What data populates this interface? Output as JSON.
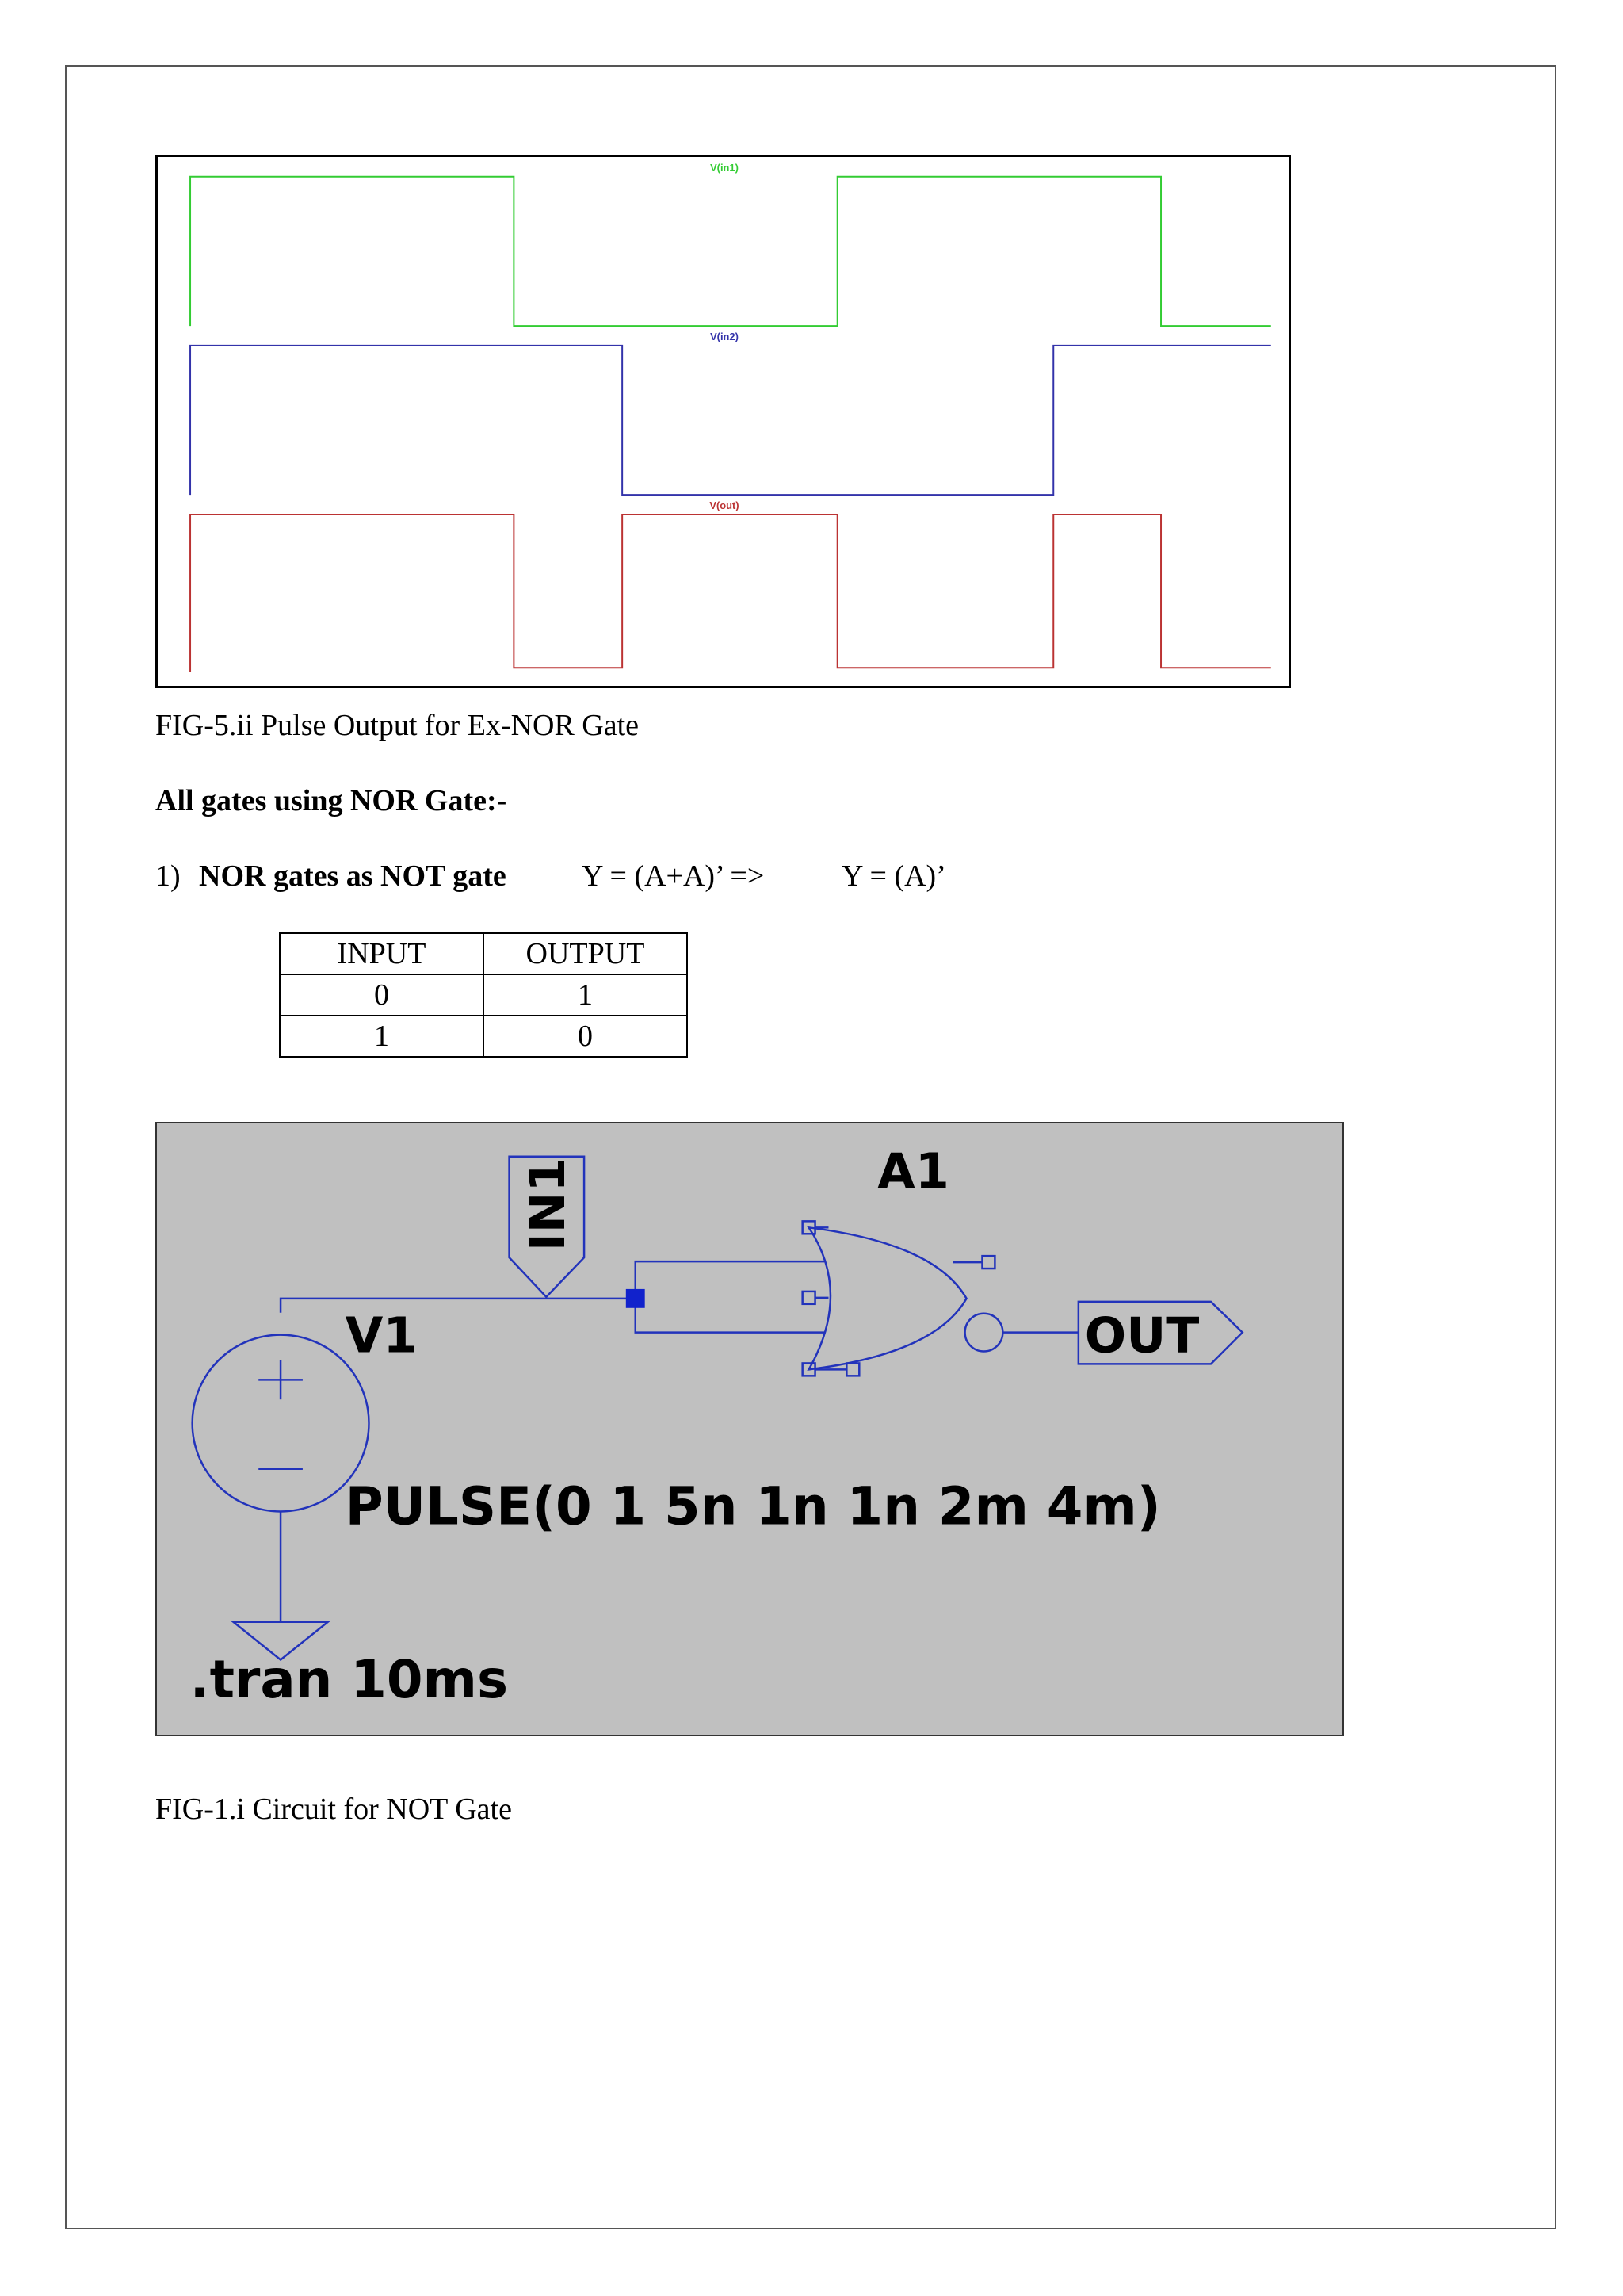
{
  "waveform": {
    "labels": {
      "in1": "V(in1)",
      "in2": "V(in2)",
      "out": "V(out)"
    },
    "colors": {
      "in1": "#33cc33",
      "in2": "#3333aa",
      "out": "#bb3333"
    }
  },
  "captions": {
    "fig5": "FIG-5.ii Pulse Output for Ex-NOR Gate",
    "fig1": "FIG-1.i Circuit for NOT Gate"
  },
  "section_heading": "All gates using NOR Gate:-",
  "item1": {
    "number": "1)",
    "title": "NOR gates as NOT gate",
    "eq1": "Y = (A+A)’ =>",
    "eq2": "Y = (A)’"
  },
  "truth_table": {
    "headers": [
      "INPUT",
      "OUTPUT"
    ],
    "rows": [
      [
        "0",
        "1"
      ],
      [
        "1",
        "0"
      ]
    ]
  },
  "schematic": {
    "in_label": "IN1",
    "gate_label": "A1",
    "source_label": "V1",
    "out_label": "OUT",
    "pulse": "PULSE(0 1 5n 1n 1n 2m 4m)",
    "tran": ".tran 10ms",
    "wire_color": "#2233bb"
  }
}
